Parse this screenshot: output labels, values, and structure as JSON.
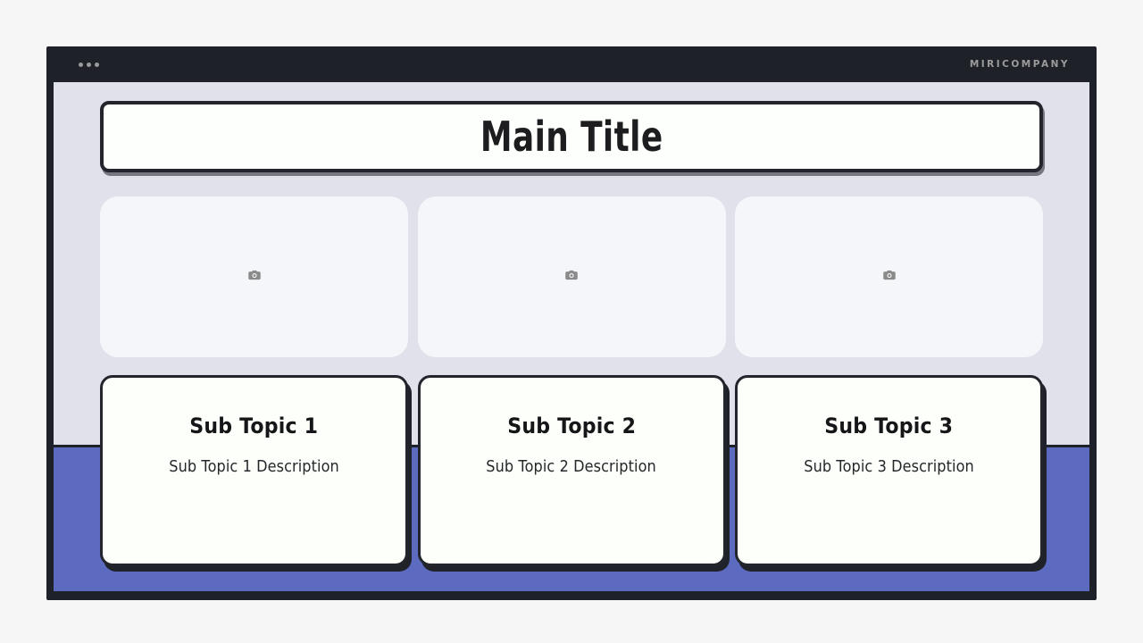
{
  "colors": {
    "page_bg": "#f6f6f6",
    "frame_dark": "#1f2128",
    "canvas_lavender": "#e0e1eb",
    "footer_band_blue": "#5c6bc0",
    "card_bg": "#fdfffa",
    "placeholder_bg": "#f5f6f9",
    "icon_gray": "#8a8a8a",
    "brand_gray": "#9b9b9b",
    "text_dark": "#1d1d20"
  },
  "topbar": {
    "brand": "MIRICOMPANY",
    "menu_icon": "ellipsis-icon"
  },
  "slide": {
    "main_title": "Main Title",
    "image_placeholders": [
      {
        "icon": "camera-icon"
      },
      {
        "icon": "camera-icon"
      },
      {
        "icon": "camera-icon"
      }
    ],
    "subtopics": [
      {
        "title": "Sub Topic 1",
        "description": "Sub Topic 1 Description"
      },
      {
        "title": "Sub Topic 2",
        "description": "Sub Topic 2 Description"
      },
      {
        "title": "Sub Topic 3",
        "description": "Sub Topic 3 Description"
      }
    ]
  }
}
